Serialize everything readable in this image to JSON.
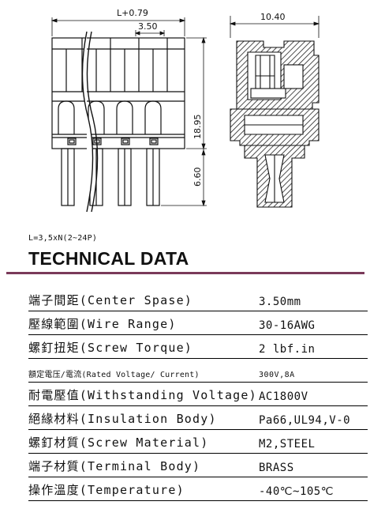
{
  "drawing": {
    "dim_length": "L+0.79",
    "dim_pitch": "3.50",
    "dim_height": "18.95",
    "dim_pin": "6.60",
    "dim_width": "10.40"
  },
  "formula": "L=3,5xN(2~24P)",
  "title": "TECHNICAL DATA",
  "colors": {
    "rule": "#7a3a5a"
  },
  "specs": [
    {
      "label": "端子間距(Center Spase)",
      "value": "3.50mm"
    },
    {
      "label": "壓線範圍(Wire Range)",
      "value": "30-16AWG"
    },
    {
      "label": "螺釘扭矩(Screw Torque)",
      "value": "2 lbf.in"
    },
    {
      "label": "額定電压/電流(Rated Voltage/ Current)",
      "value": "300V,8A"
    },
    {
      "label": "耐電壓值(Withstanding Voltage)",
      "value": "AC1800V"
    },
    {
      "label": "絕緣材料(Insulation Body)",
      "value": "Pa66,UL94,V-0"
    },
    {
      "label": "螺釘材質(Screw Material)",
      "value": "M2,STEEL"
    },
    {
      "label": "端子材質(Terminal Body)",
      "value": "BRASS"
    },
    {
      "label": "操作溫度(Temperature)",
      "value": "-40℃~105℃"
    }
  ]
}
